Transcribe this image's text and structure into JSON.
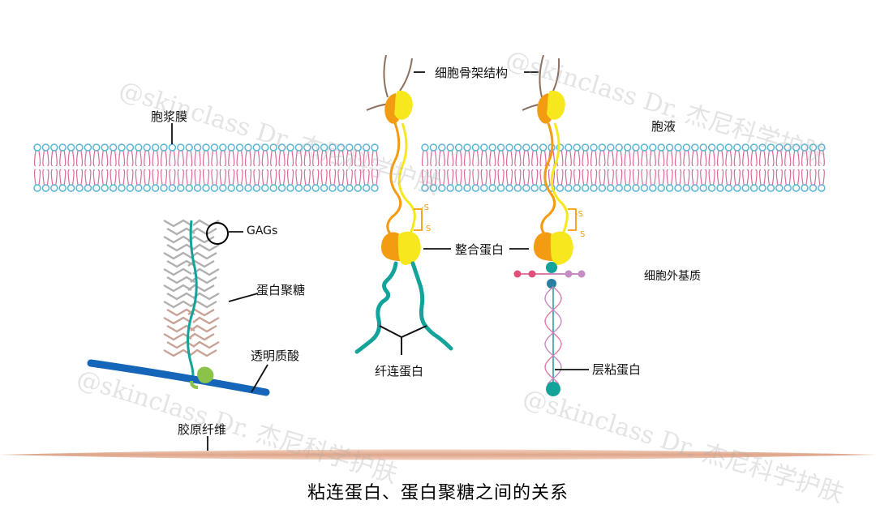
{
  "labels": {
    "cytoskeleton": "细胞骨架结构",
    "plasma_membrane": "胞浆膜",
    "cytosol": "胞液",
    "gags": "GAGs",
    "proteoglycan": "蛋白聚糖",
    "hyaluronic_acid": "透明质酸",
    "collagen_fiber": "胶原纤维",
    "integrin": "整合蛋白",
    "fibronectin": "纤连蛋白",
    "extracellular_matrix": "细胞外基质",
    "laminin": "层粘蛋白",
    "s1": "-S",
    "s2": "S",
    "s3": "-S",
    "s4": "S"
  },
  "caption": "粘连蛋白、蛋白聚糖之间的关系",
  "watermark": "@skinclass Dr. 杰尼科学护肤",
  "colors": {
    "membrane_head": "#5ab4d6",
    "membrane_tail": "#d96a9c",
    "integrin_orange": "#f39c12",
    "integrin_yellow": "#f7e81d",
    "fibronectin_teal": "#14a39a",
    "hyaluronic_blue": "#1565b8",
    "collagen": "#e8b89a",
    "gag_gray": "#b0b0b0",
    "gag_brown": "#c9a397",
    "laminin_pink": "#e07aa8",
    "laminin_purple": "#c48bc4",
    "anchor_green": "#8bc34a"
  }
}
